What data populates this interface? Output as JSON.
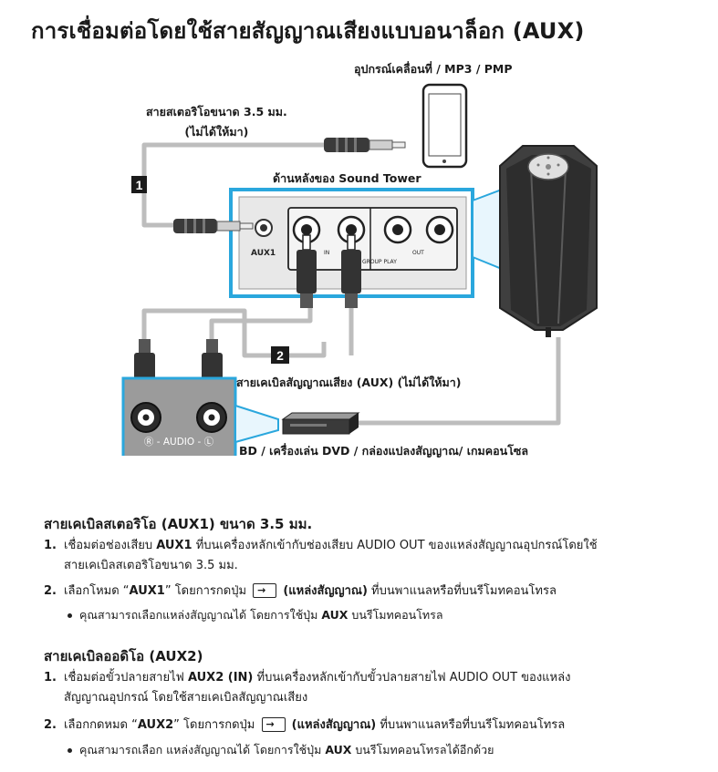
{
  "title": "การเชื่อมต่อโดยใช้สายสัญญาณเสียงแบบอนาล็อก (AUX)",
  "diagram": {
    "mobile_label": "อุปกรณ์เคลื่อนที่ / MP3 / PMP",
    "stereo_cable_label_line1": "สายสเตอริโอขนาด 3.5 มม.",
    "stereo_cable_label_line2": "(ไม่ได้ให้มา)",
    "rear_label": "ด้านหลังของ Sound Tower",
    "badge1": "1",
    "badge2": "2",
    "aux1_port": "AUX1",
    "in_label": "IN",
    "group_play": "GROUP PLAY",
    "out_label": "OUT",
    "audio_cable_label": "สายเคเบิลสัญญาณเสียง (AUX) (ไม่ได้ให้มา)",
    "audio_panel_label": "Ⓡ - AUDIO - Ⓛ",
    "bd_label": "BD / เครื่องเล่น DVD / กล่องแปลงสัญญาณ/ เกมคอนโซล"
  },
  "section1": {
    "title": "สายเคเบิลสเตอริโอ (AUX1) ขนาด 3.5 มม.",
    "step1_num": "1.",
    "step1_a": "เชื่อมต่อช่องเสียบ ",
    "step1_b": "AUX1",
    "step1_c": " ที่บนเครื่องหลักเข้ากับช่องเสียบ AUDIO OUT ของแหล่งสัญญาณอุปกรณ์โดยใช้",
    "step1_d": "สายเคเบิลสเตอริโอขนาด 3.5 มม.",
    "step2_num": "2.",
    "step2_a": "เลือกโหมด “",
    "step2_b": "AUX1",
    "step2_c": "” โดยการกดปุ่ม ",
    "step2_d": "(แหล่งสัญญาณ)",
    "step2_e": " ที่บนพาแนลหรือที่บนรีโมทคอนโทรล",
    "bullet_a": "คุณสามารถเลือกแหล่งสัญญาณได้ โดยการใช้ปุ่ม ",
    "bullet_b": "AUX",
    "bullet_c": " บนรีโมทคอนโทรล"
  },
  "section2": {
    "title": "สายเคเบิลออดิโอ (AUX2)",
    "step1_num": "1.",
    "step1_a": "เชื่อมต่อขั้วปลายสายไฟ ",
    "step1_b": "AUX2 (IN)",
    "step1_c": " ที่บนเครื่องหลักเข้ากับขั้วปลายสายไฟ AUDIO OUT ของแหล่ง",
    "step1_d": "สัญญาณอุปกรณ์ โดยใช้สายเคเบิลสัญญาณเสียง",
    "step2_num": "2.",
    "step2_a": "เลือกกดหมด “",
    "step2_b": "AUX2",
    "step2_c": "” โดยการกดปุ่ม ",
    "step2_d": "(แหล่งสัญญาณ)",
    "step2_e": " ที่บนพาแนลหรือที่บนรีโมทคอนโทรล",
    "bullet_a": "คุณสามารถเลือก แหล่งสัญญาณได้ โดยการใช้ปุ่ม ",
    "bullet_b": "AUX",
    "bullet_c": " บนรีโมทคอนโทรลได้อีกด้วย"
  },
  "icons": {
    "source": "source-input-icon",
    "arrow_glyph": "→"
  },
  "colors": {
    "panel_blue": "#2aa7dd",
    "cable_grey": "#b9b9b9",
    "dark": "#2b2b2b"
  }
}
